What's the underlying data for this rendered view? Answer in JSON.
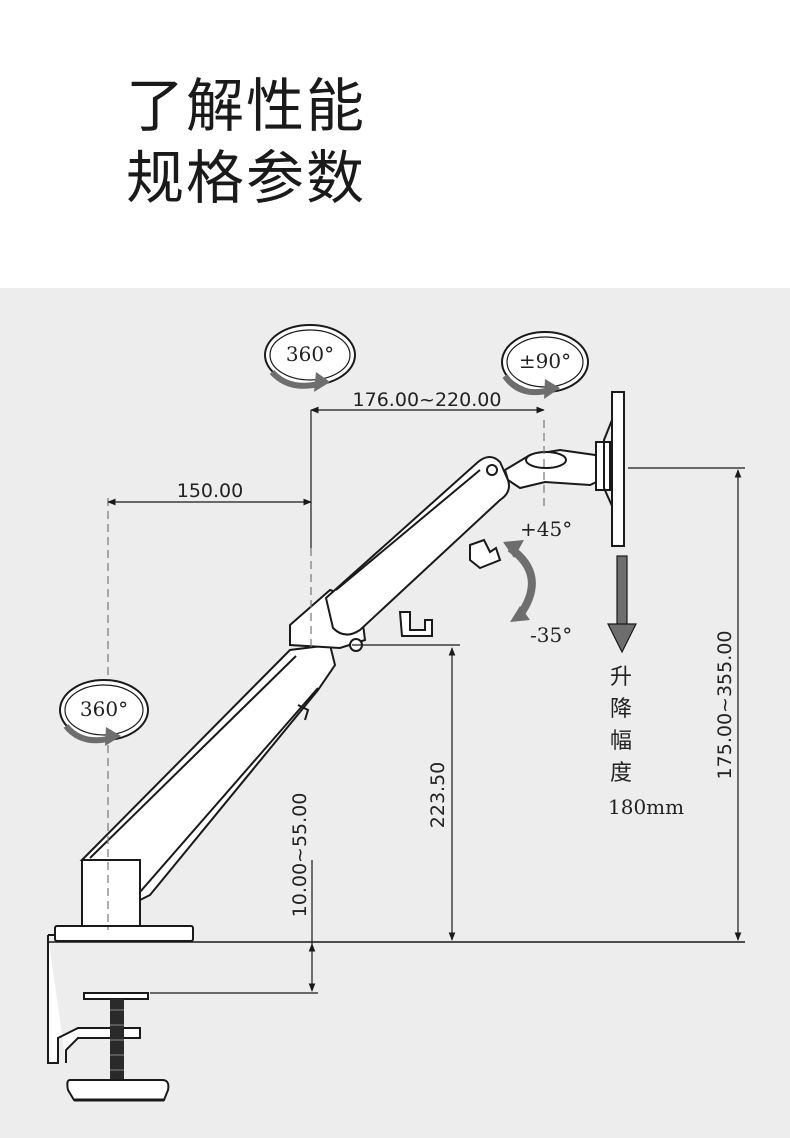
{
  "header": {
    "title_line1": "了解性能",
    "title_line2": "规格参数"
  },
  "diagram": {
    "rotation_base": "360°",
    "rotation_middle": "360°",
    "rotation_tilt": "±90°",
    "tilt_up": "+45°",
    "tilt_down": "-35°",
    "dim_horizontal_arm": "176.00~220.00",
    "dim_base_offset": "150.00",
    "dim_joint_height": "223.50",
    "dim_clamp_range": "10.00~55.00",
    "dim_total_height": "175.00~355.00",
    "lift_label_chars": [
      "升",
      "降",
      "幅",
      "度"
    ],
    "lift_value": "180mm"
  },
  "colors": {
    "panel_bg": "#ededed",
    "line": "#1a1a1a",
    "arrow_gray": "#6e6e6e"
  }
}
